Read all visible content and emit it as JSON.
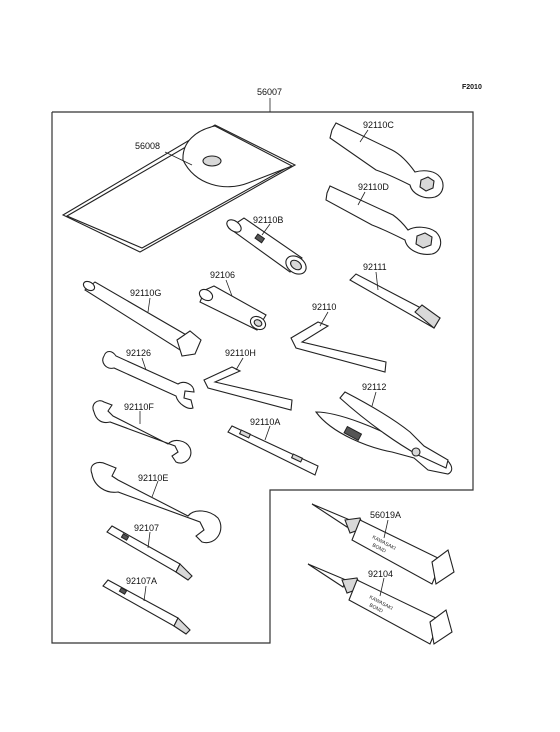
{
  "figure_code": "F2010",
  "kit_part": "56007",
  "brand_text": "KAWASAKI",
  "tube_text": "BOND",
  "parts": [
    {
      "id": "56008"
    },
    {
      "id": "92110C"
    },
    {
      "id": "92110D"
    },
    {
      "id": "92110B"
    },
    {
      "id": "92106"
    },
    {
      "id": "92111"
    },
    {
      "id": "92110G"
    },
    {
      "id": "92110"
    },
    {
      "id": "92126"
    },
    {
      "id": "92110H"
    },
    {
      "id": "92112"
    },
    {
      "id": "92110F"
    },
    {
      "id": "92110A"
    },
    {
      "id": "92110E"
    },
    {
      "id": "56019A"
    },
    {
      "id": "92107"
    },
    {
      "id": "92104"
    },
    {
      "id": "92107A"
    }
  ]
}
